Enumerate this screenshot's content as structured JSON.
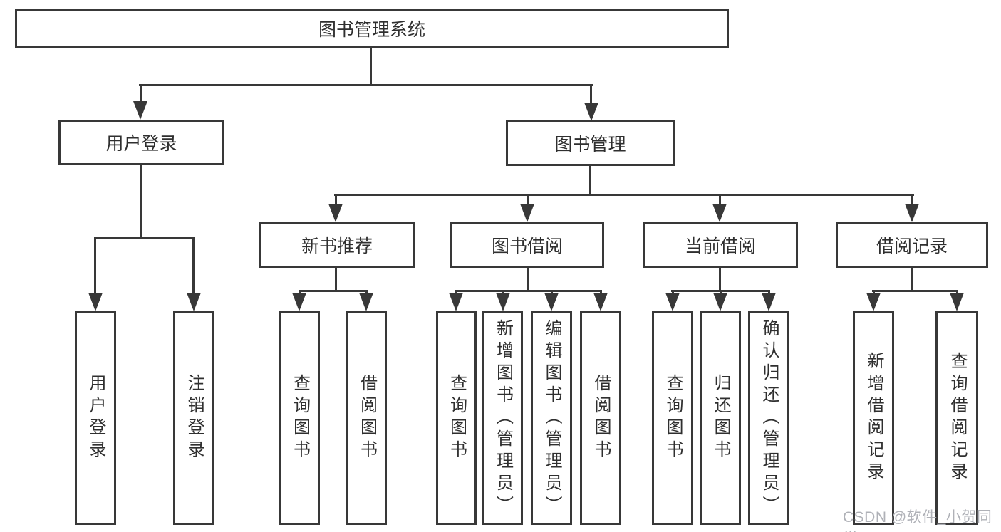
{
  "colors": {
    "line": "#383838",
    "text": "#2f2f2f",
    "background": "#ffffff",
    "watermark": "#afb1b7"
  },
  "watermark": {
    "text": "CSDN @软件_小贺同学"
  },
  "tree": {
    "root": {
      "label": "图书管理系统"
    },
    "level2": [
      {
        "label": "用户登录",
        "leaves": [
          {
            "label": "用户登录"
          },
          {
            "label": "注销登录"
          }
        ]
      },
      {
        "label": "图书管理",
        "groups": [
          {
            "label": "新书推荐",
            "leaves": [
              {
                "label": "查询图书"
              },
              {
                "label": "借阅图书"
              }
            ]
          },
          {
            "label": "图书借阅",
            "leaves": [
              {
                "label": "查询图书"
              },
              {
                "label": "新增图书（管理员）"
              },
              {
                "label": "编辑图书（管理员）"
              },
              {
                "label": "借阅图书"
              }
            ]
          },
          {
            "label": "当前借阅",
            "leaves": [
              {
                "label": "查询图书"
              },
              {
                "label": "归还图书"
              },
              {
                "label": "确认归还（管理员）"
              }
            ]
          },
          {
            "label": "借阅记录",
            "leaves": [
              {
                "label": "新增借阅记录"
              },
              {
                "label": "查询借阅记录"
              }
            ]
          }
        ]
      }
    ]
  }
}
